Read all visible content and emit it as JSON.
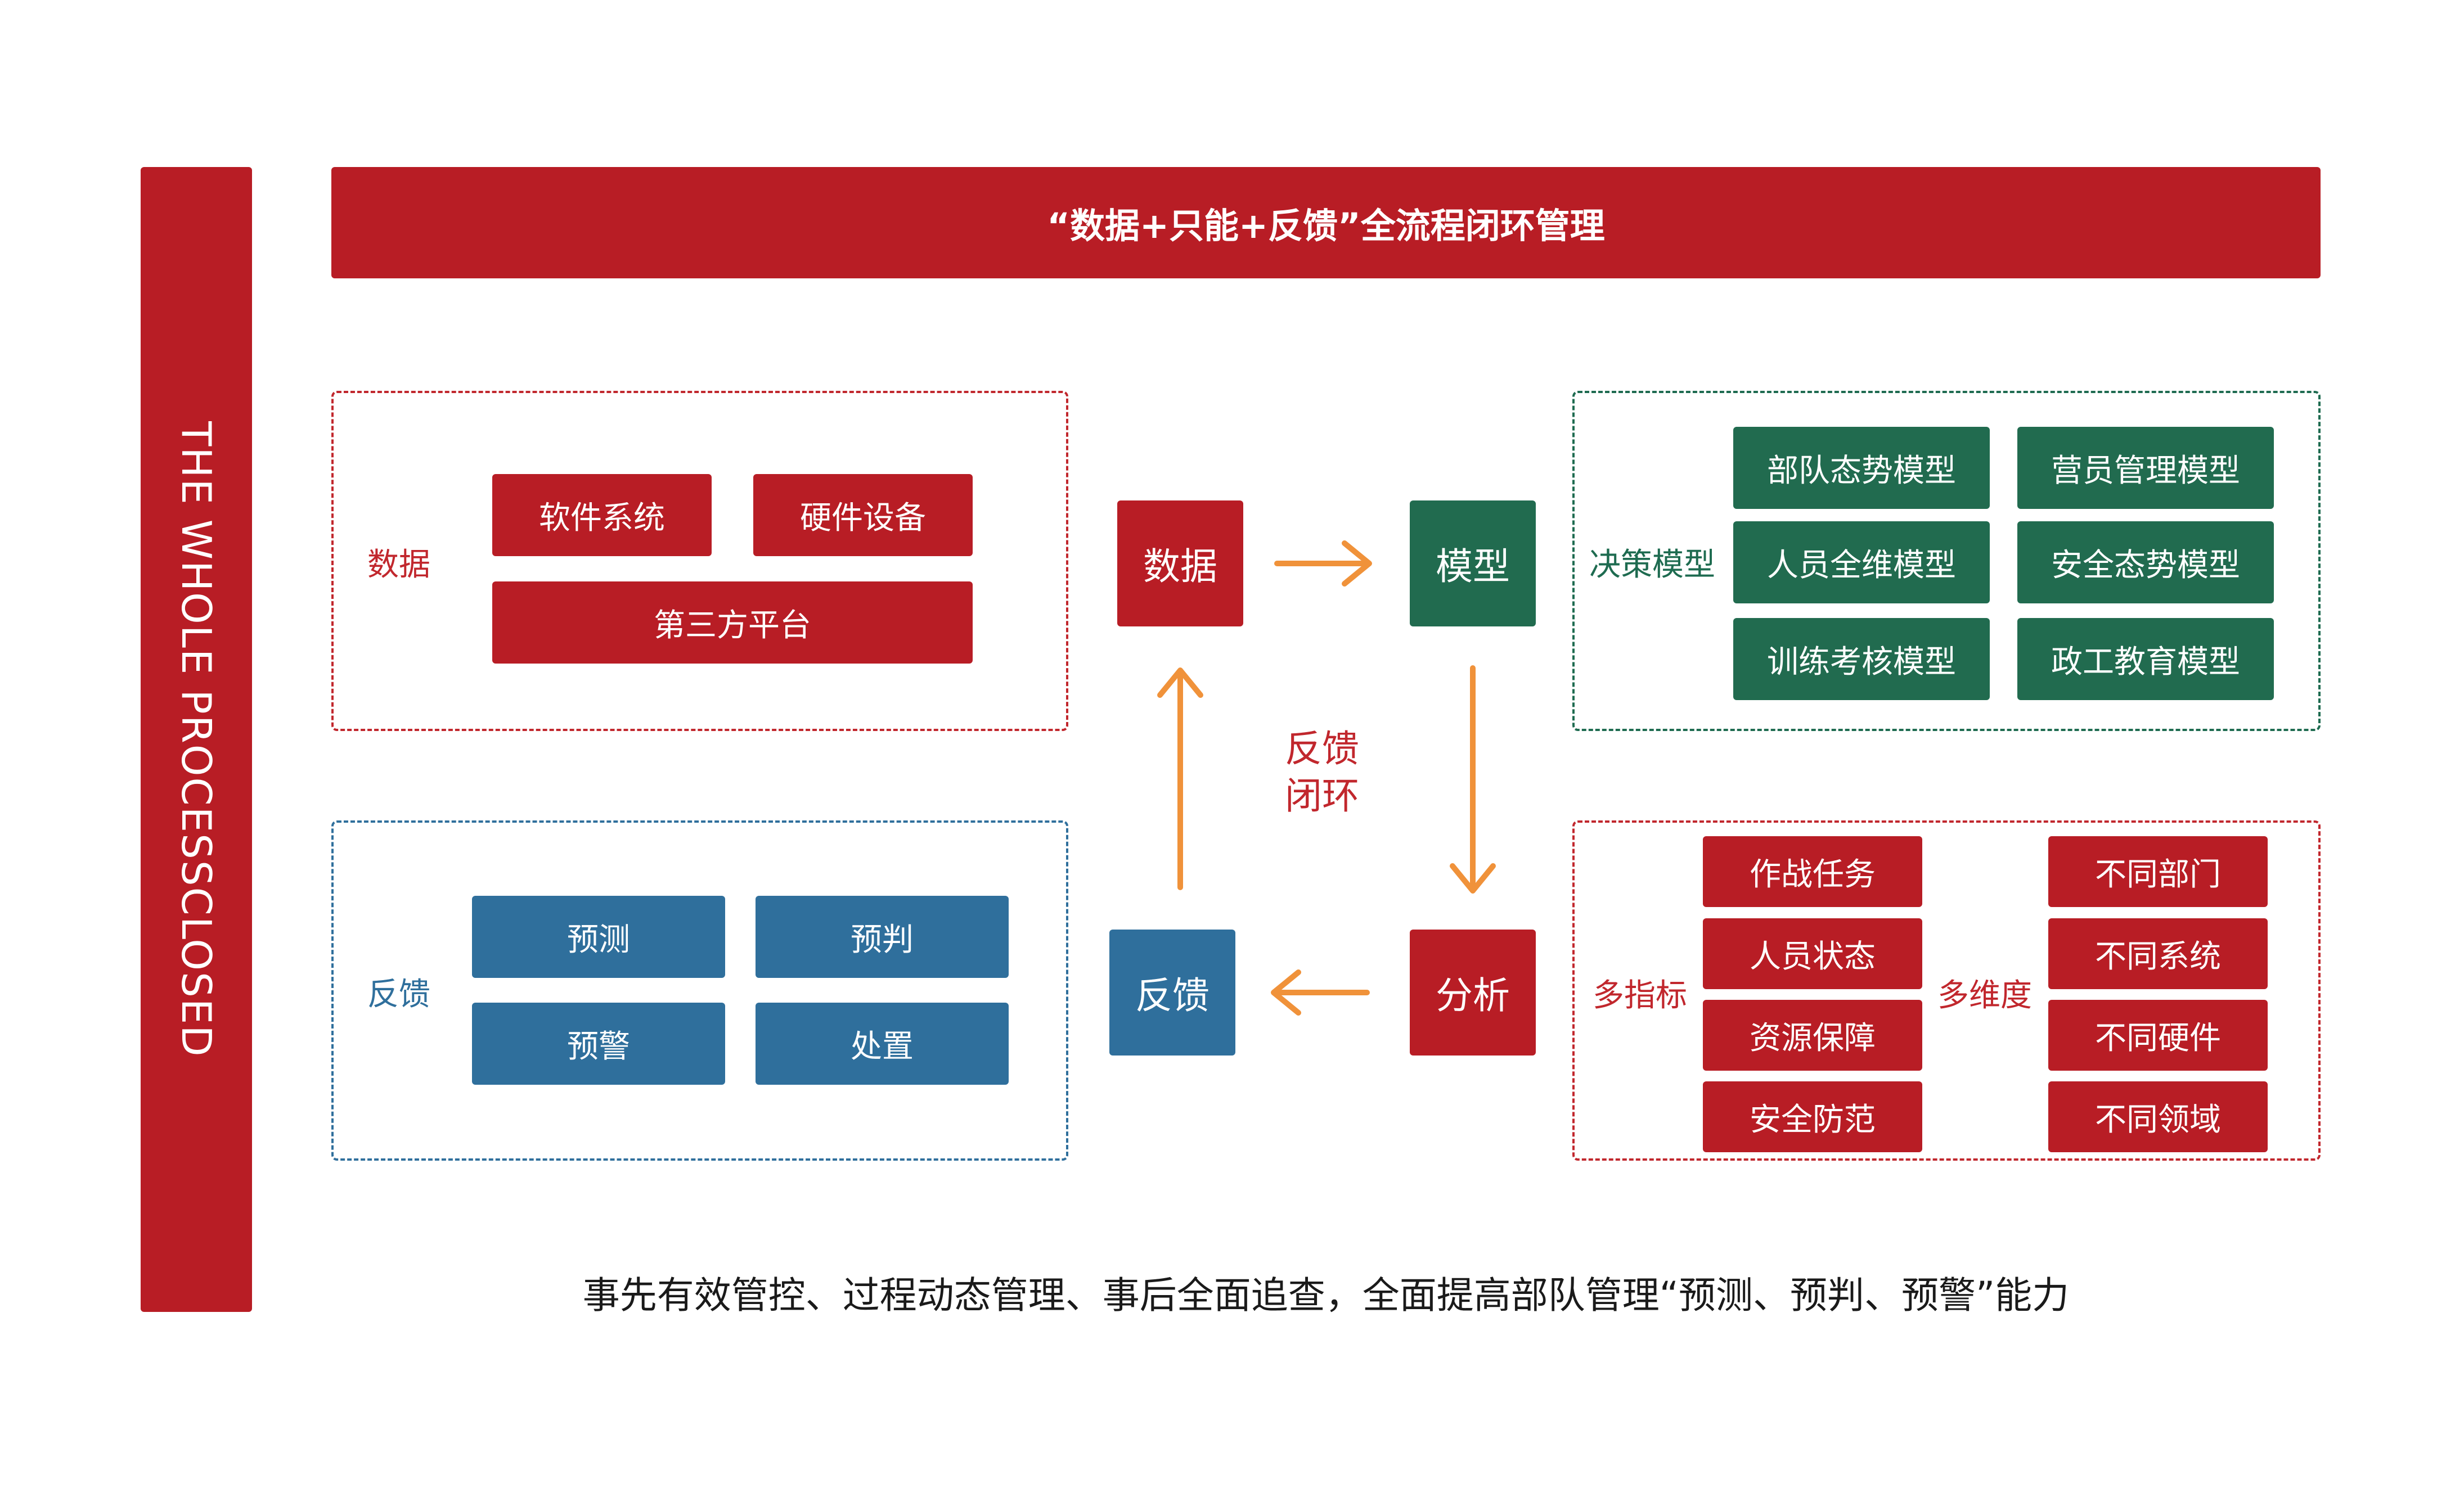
{
  "side_banner": {
    "text": "THE WHOLE PROCESSCLOSED"
  },
  "title": "“数据+只能+反馈”全流程闭环管理",
  "data_panel": {
    "label": "数据",
    "items": [
      "软件系统",
      "硬件设备",
      "第三方平台"
    ]
  },
  "decision_panel": {
    "label": "决策模型",
    "items": [
      "部队态势模型",
      "营员管理模型",
      "人员全维模型",
      "安全态势模型",
      "训练考核模型",
      "政工教育模型"
    ]
  },
  "feedback_panel": {
    "label": "反馈",
    "items": [
      "预测",
      "预判",
      "预警",
      "处置"
    ]
  },
  "analysis_panel": {
    "label_left": "多指标",
    "label_right": "多维度",
    "left_items": [
      "作战任务",
      "人员状态",
      "资源保障",
      "安全防范"
    ],
    "right_items": [
      "不同部门",
      "不同系统",
      "不同硬件",
      "不同领域"
    ]
  },
  "cycle": {
    "data": "数据",
    "model": "模型",
    "analysis": "分析",
    "feedback": "反馈",
    "center_line1": "反馈",
    "center_line2": "闭环"
  },
  "footer": "事先有效管控、过程动态管理、事后全面追查，全面提高部队管理“预测、预判、预警”能力",
  "colors": {
    "red": "#b81d25",
    "green": "#216b4f",
    "blue": "#2f6f9c",
    "arrow": "#f0923a"
  }
}
